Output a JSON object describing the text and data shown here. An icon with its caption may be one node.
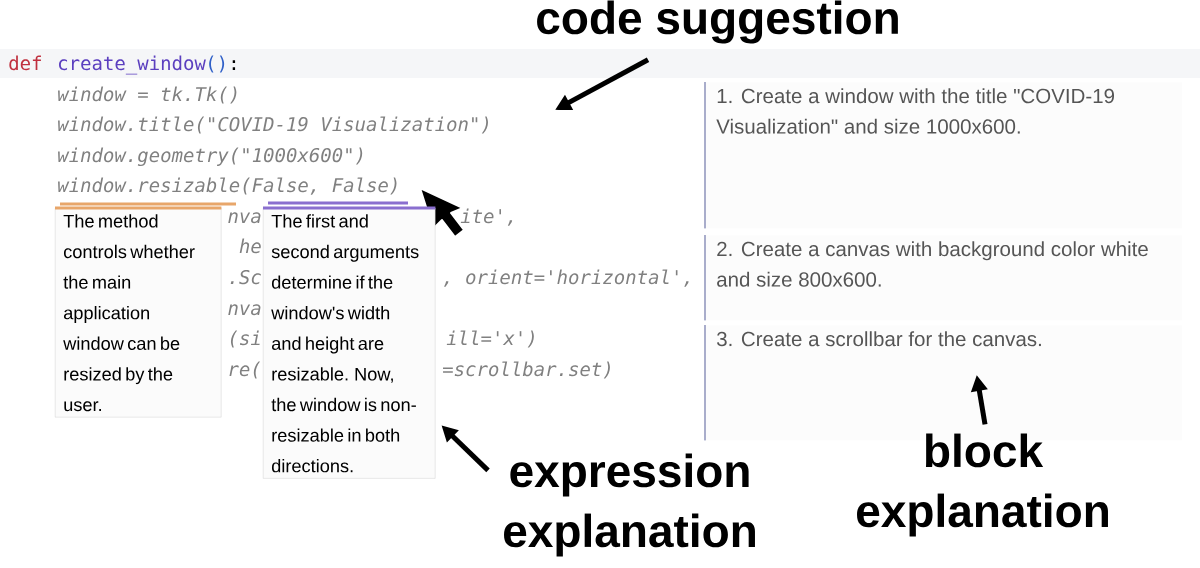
{
  "diagram": {
    "nodes": [
      {
        "text": [
          "code suggestion"
        ]
      },
      {
        "text": [
          "The method controls whether the main application window can be resized by the user."
        ]
      },
      {
        "text": [
          "The first and second arguments determine if the window's width and height are resizable. Now, the window is non-resizable in both directions."
        ]
      },
      {
        "text": [
          "1. Create a window with the title \"COVID-19 Visualization\" and size 1000x600."
        ]
      },
      {
        "text": [
          "2. Create a canvas with background color white and size 800x600."
        ]
      },
      {
        "text": [
          "3. Create a scrollbar for the canvas."
        ]
      },
      {
        "text": [
          "expression explanation"
        ]
      },
      {
        "text": [
          "block explanation"
        ]
      }
    ],
    "edges": [
      {
        "from": 0,
        "to": null,
        "arrow": "to"
      },
      {
        "from": 6,
        "to": 2,
        "arrow": "to"
      },
      {
        "from": 7,
        "to": 5,
        "arrow": "to"
      }
    ],
    "labels": [
      "def",
      "create_window",
      "()",
      ":",
      "window = tk.Tk()",
      "window.title(\"COVID-19 Visualization\")",
      "window.geometry(\"1000x600\")",
      "window.resizable(False, False)",
      "nva",
      "ite',",
      "he",
      ".Sc",
      ", orient='horizontal',",
      "nva",
      "(si",
      "ill='x')",
      "re(",
      "=scrollbar.set)"
    ]
  }
}
